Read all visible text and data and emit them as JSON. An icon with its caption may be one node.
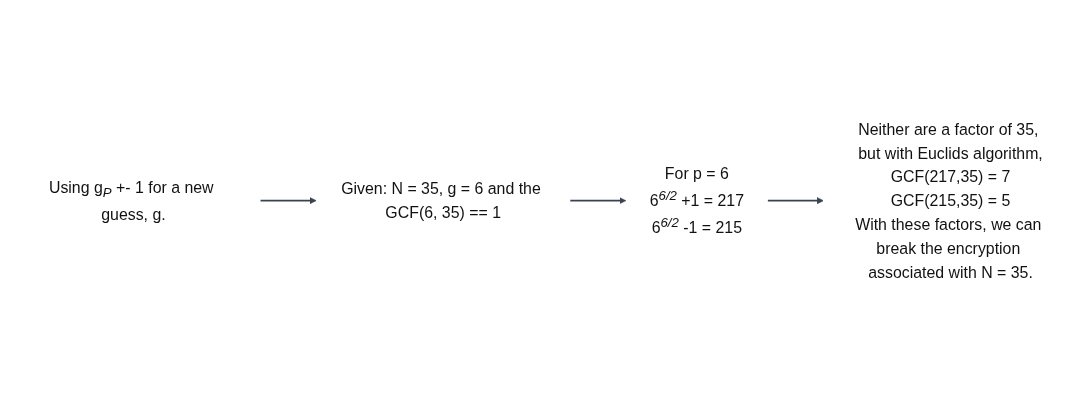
{
  "diagram": {
    "nodes": [
      {
        "text": [
          "Using g$_{P}$ +- 1 for a new guess, g."
        ]
      },
      {
        "text": [
          "Given: N = 35, g = 6 and the GCF(6, 35) == 1"
        ]
      },
      {
        "text": [
          "For p = 6",
          "6$^{6/2}$ +1 = 217",
          "6$^{6/2}$ -1 = 215"
        ]
      },
      {
        "text": [
          "Neither are a factor of 35, but with Euclids algorithm,",
          "GCF(217,35) = 7",
          "GCF(215,35) = 5",
          "With these factors, we can break the encryption associated with N = 35."
        ]
      }
    ],
    "edges": [
      {
        "from": 0,
        "to": 1,
        "arrow": "to"
      },
      {
        "from": 1,
        "to": 2,
        "arrow": "to"
      },
      {
        "from": 2,
        "to": 3,
        "arrow": "to"
      }
    ]
  }
}
